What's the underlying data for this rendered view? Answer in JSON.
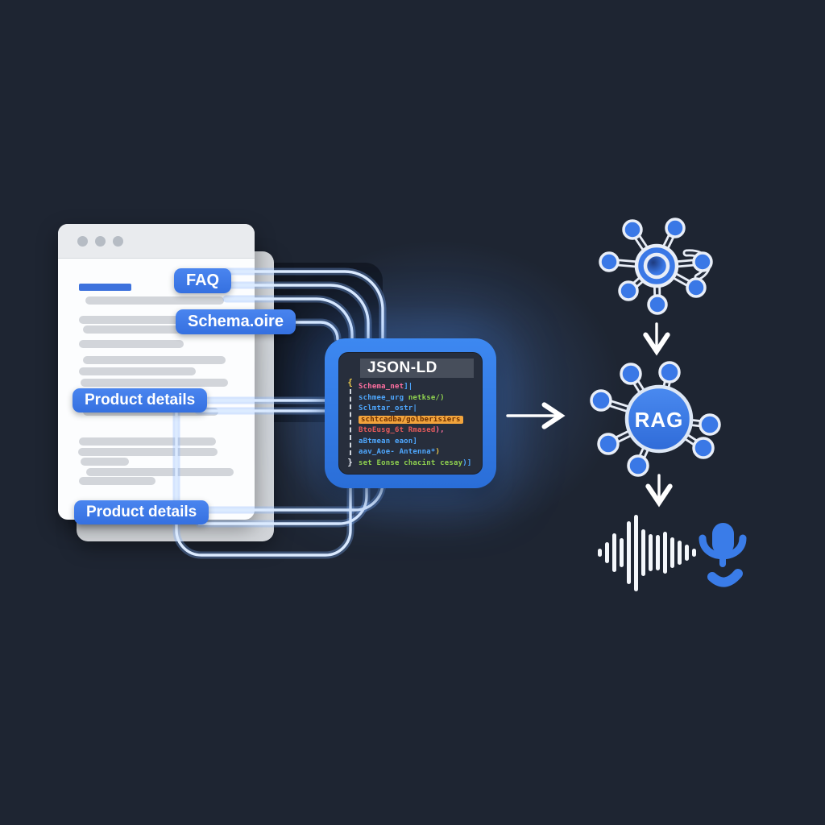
{
  "colors": {
    "background": "#1e2532",
    "accent_blue": "#3c79e8",
    "panel_blue": "#2f7ce4",
    "code_background": "#272e3c",
    "highlight_orange": "#f2a43c",
    "connector": "#dcebff",
    "skeleton_gray": "#d2d5da",
    "heading_blue": "#3d72dd"
  },
  "labels": {
    "faq": "FAQ",
    "schema": "Schema.oire",
    "product_top": "Product details",
    "product_bottom": "Product details"
  },
  "browser": {
    "window_dots": 3,
    "skeleton_lines": [
      {
        "t": 368,
        "l": 106,
        "w": 172
      },
      {
        "t": 392,
        "l": 98,
        "w": 165
      },
      {
        "t": 404,
        "l": 103,
        "w": 170
      },
      {
        "t": 422,
        "l": 98,
        "w": 130
      },
      {
        "t": 442,
        "l": 103,
        "w": 177
      },
      {
        "t": 456,
        "l": 98,
        "w": 145
      },
      {
        "t": 470,
        "l": 100,
        "w": 183
      },
      {
        "t": 492,
        "l": 98,
        "w": 152
      },
      {
        "t": 506,
        "l": 103,
        "w": 168
      },
      {
        "t": 543,
        "l": 98,
        "w": 170
      },
      {
        "t": 556,
        "l": 97,
        "w": 173
      },
      {
        "t": 568,
        "l": 100,
        "w": 60
      },
      {
        "t": 581,
        "l": 107,
        "w": 183
      },
      {
        "t": 592,
        "l": 98,
        "w": 95
      }
    ]
  },
  "code_panel": {
    "title": "JSON-LD",
    "gutter_open": "{",
    "gutter_close": "}",
    "lines": [
      {
        "segs": [
          {
            "c": "cPink",
            "t": "Schema_net"
          },
          {
            "c": "cBlue",
            "t": "]|"
          }
        ]
      },
      {
        "segs": [
          {
            "c": "cBlue",
            "t": "schmee_urg "
          },
          {
            "c": "cGreen",
            "t": "netkse/)"
          }
        ]
      },
      {
        "segs": [
          {
            "c": "cBlue",
            "t": "Sclmtar_ostr|"
          }
        ]
      },
      {
        "segs": [
          {
            "c": "cHl",
            "t": "schtcadba/golberisiers"
          }
        ]
      },
      {
        "segs": [
          {
            "c": "cRed",
            "t": "BtoEusg_6t Rmased"
          },
          {
            "c": "cPink",
            "t": "),"
          }
        ]
      },
      {
        "segs": [
          {
            "c": "cBlue",
            "t": "aBtmean eaon]"
          }
        ]
      },
      {
        "segs": [
          {
            "c": "cBlue",
            "t": "aav_Aoe- Antenna*"
          },
          {
            "c": "cYellow",
            "t": ")"
          }
        ]
      },
      {
        "segs": [
          {
            "c": "cGreen",
            "t": "set Eonse chacint cesay"
          },
          {
            "c": "cBlue",
            "t": ")]"
          }
        ]
      }
    ]
  },
  "flow": {
    "rag_label": "RAG"
  },
  "icons": {
    "network_hub": "network-hub-icon",
    "rag_network": "rag-network-icon",
    "audio_waveform": "audio-waveform-icon",
    "microphone": "microphone-icon",
    "waveform_bars": [
      10,
      26,
      48,
      36,
      78,
      95,
      58,
      46,
      44,
      52,
      38,
      30,
      20,
      10
    ]
  }
}
